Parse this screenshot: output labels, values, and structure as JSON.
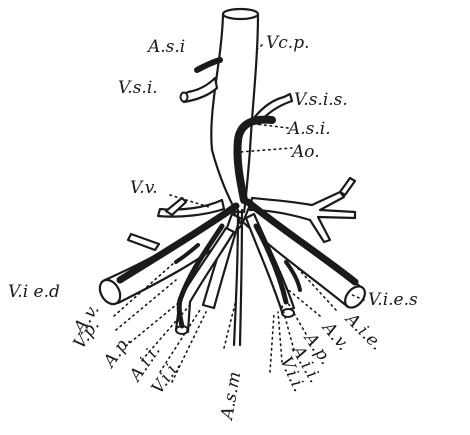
{
  "labels": {
    "a_si_top": "A.s.i",
    "v_c_p": "Vc.p.",
    "v_si": "V.s.i.",
    "v_sis": "V.s.i.s.",
    "a_si_right": "A.s.i.",
    "ao": "Ao.",
    "v_v": "V.v.",
    "v_ied": "V.i e.d",
    "v_ies": "V.i.e.s",
    "a_ie": "A.i.e.",
    "a_v_right": "A.v.",
    "a_p_right": "A.p.",
    "a_ii_right": "A.i.i.",
    "v_ii_right": "V.i.i.",
    "a_v_left": "A.v.",
    "v_p_left": "V.p.",
    "a_p_left": "A.p.",
    "a_ii_left": "A.i.i.",
    "v_ii_left": "V.i.i.",
    "a_sm": "A.s.m"
  }
}
